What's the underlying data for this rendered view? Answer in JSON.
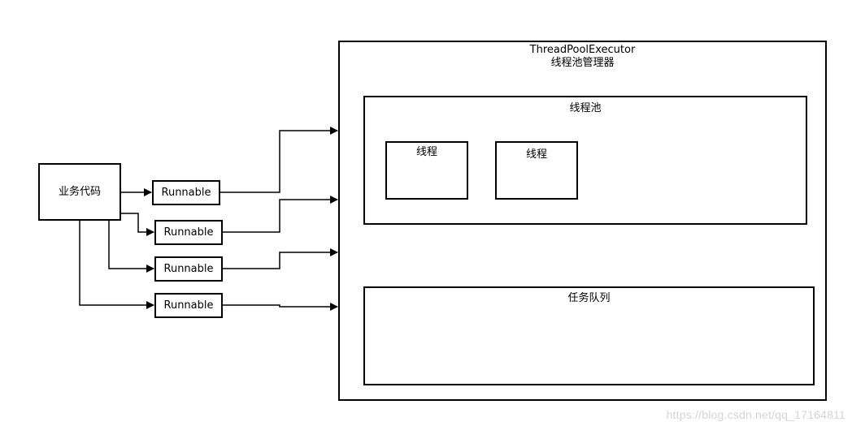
{
  "diagram": {
    "business_code": "业务代码",
    "runnables": [
      "Runnable",
      "Runnable",
      "Runnable",
      "Runnable"
    ],
    "executor": {
      "title_line1": "ThreadPoolExecutor",
      "title_line2": "线程池管理器"
    },
    "thread_pool": {
      "title": "线程池",
      "threads": [
        "线程",
        "线程"
      ]
    },
    "task_queue": {
      "title": "任务队列"
    }
  },
  "watermark": "https://blog.csdn.net/qq_17164811",
  "colors": {
    "stroke": "#000000",
    "background": "#ffffff",
    "watermark": "#d4d4d4"
  }
}
